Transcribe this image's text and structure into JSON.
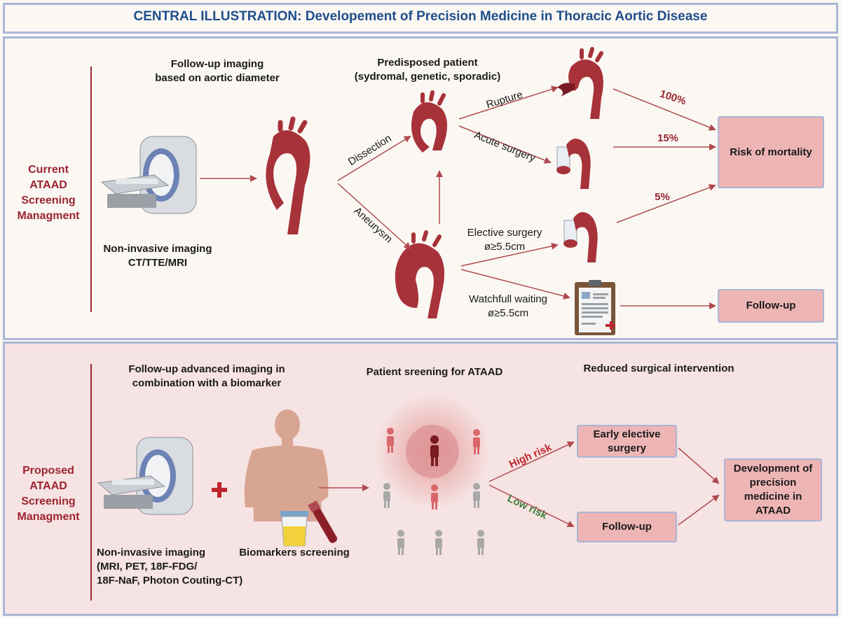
{
  "title": "CENTRAL ILLUSTRATION: Developement of Precision Medicine in Thoracic Aortic Disease",
  "current": {
    "side_label": [
      "Current",
      "ATAAD",
      "Screening",
      "Managment"
    ],
    "followup_heading": [
      "Follow-up imaging",
      "based on aortic diameter"
    ],
    "imaging_label": [
      "Non-invasive imaging",
      "CT/TTE/MRI"
    ],
    "predisposed_heading": [
      "Predisposed patient",
      "(sydromal, genetic, sporadic)"
    ],
    "dissection": "Dissection",
    "aneurysm": "Aneurysm",
    "rupture": "Rupture",
    "acute_surgery": "Acute surgery",
    "elective_surgery": [
      "Elective surgery",
      "ø≥5.5cm"
    ],
    "watchful_waiting": [
      "Watchfull waiting",
      "ø≥5.5cm"
    ],
    "pct_rupture": "100%",
    "pct_acute": "15%",
    "pct_elective": "5%",
    "risk_box": "Risk of mortality",
    "followup_box": "Follow-up"
  },
  "proposed": {
    "side_label": [
      "Proposed",
      "ATAAD",
      "Screening",
      "Managment"
    ],
    "followup_heading": [
      "Follow-up advanced imaging in",
      "combination with a biomarker"
    ],
    "imaging_label": [
      "Non-invasive imaging",
      "(MRI, PET, 18F-FDG/",
      "18F-NaF, Photon Couting-CT)"
    ],
    "biomarkers_label": "Biomarkers screening",
    "screening_heading": "Patient sreening for ATAAD",
    "reduced_heading": "Reduced surgical intervention",
    "high_risk": "High risk",
    "low_risk": "Low risk",
    "early_box": [
      "Early elective",
      "surgery"
    ],
    "followup_box": "Follow-up",
    "precision_box": [
      "Development of",
      "precision",
      "medicine in",
      "ATAAD"
    ]
  },
  "colors": {
    "accent_red": "#9b2430",
    "aorta_red": "#a8323a",
    "box_fill": "#eeb5b5",
    "frame_blue": "#a9b6d6",
    "title_blue": "#1f4e8c",
    "high_risk_red": "#c0242c",
    "low_risk_green": "#3f7f3a"
  }
}
